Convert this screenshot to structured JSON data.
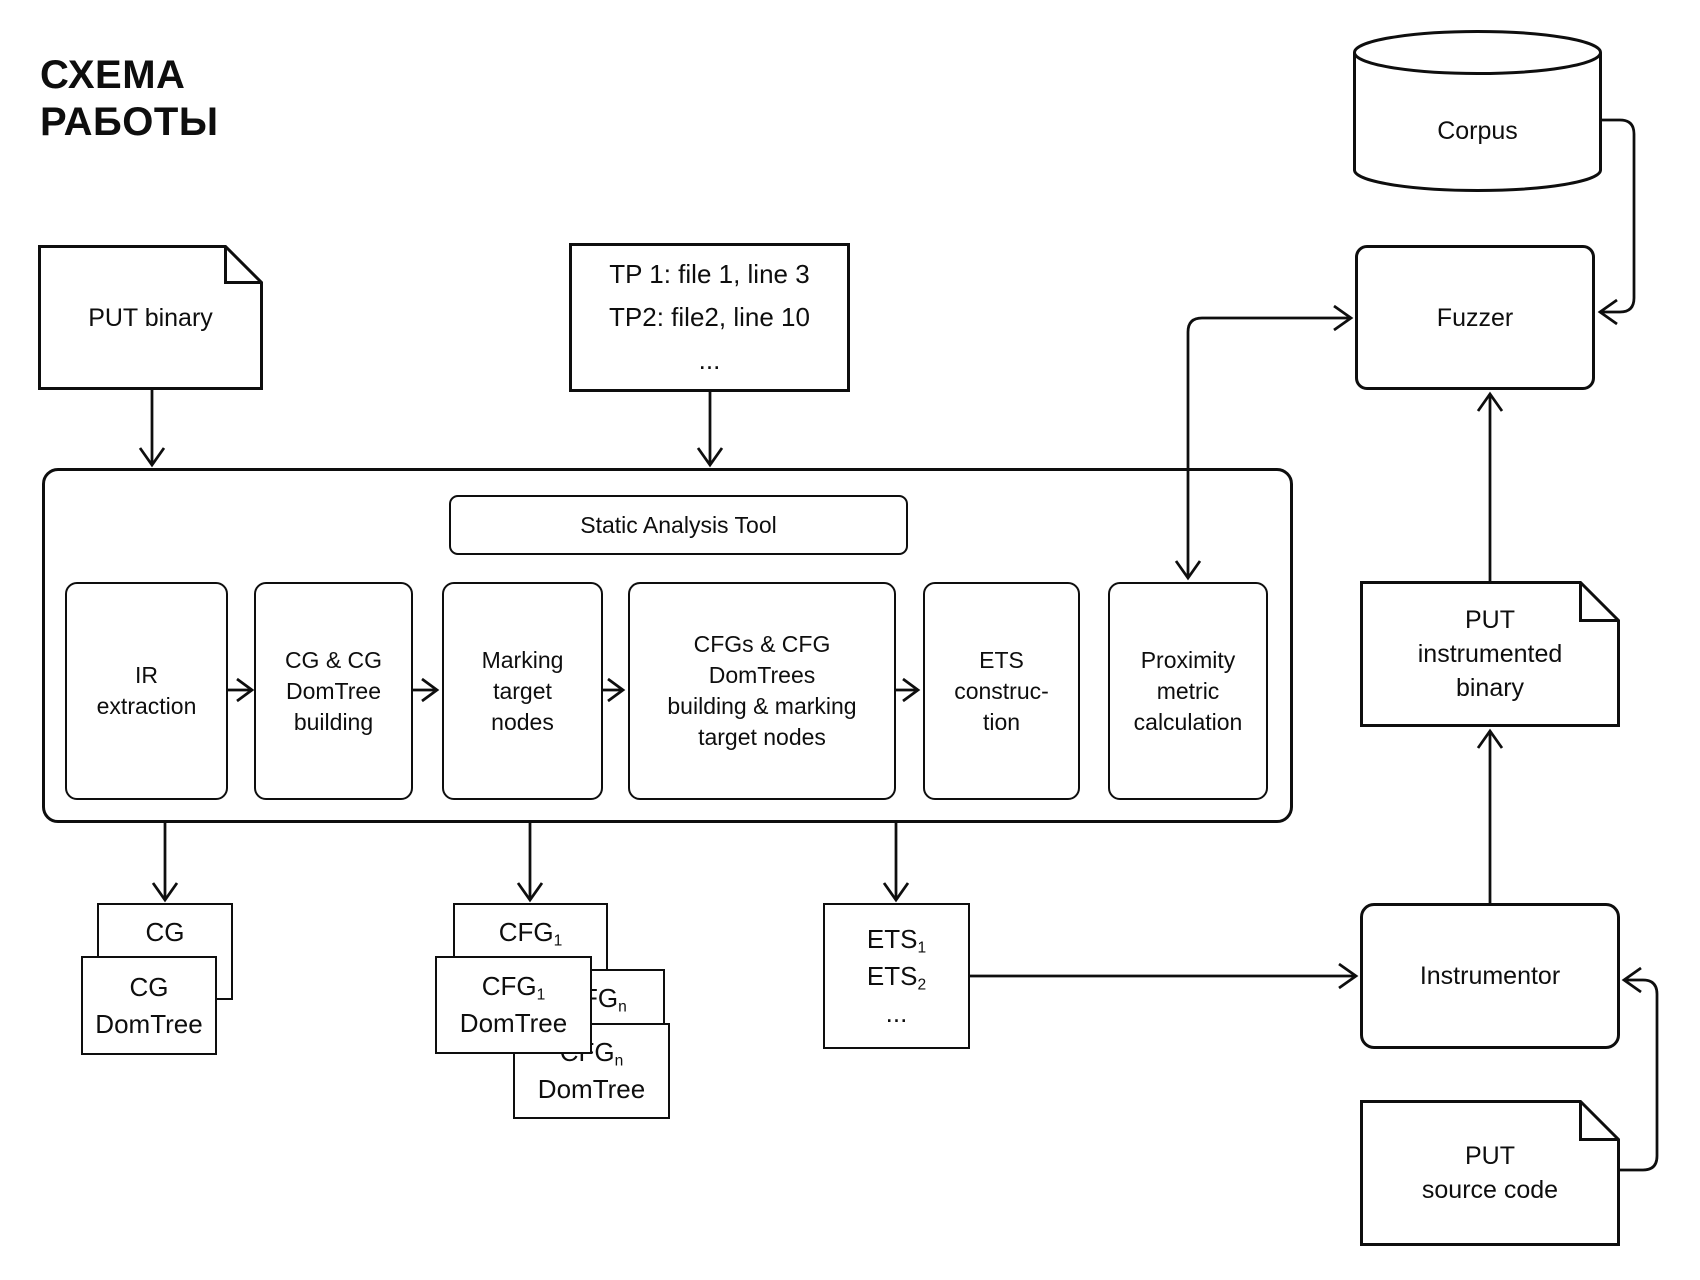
{
  "title": {
    "line1": "СХЕМА",
    "line2": "РАБОТЫ"
  },
  "colors": {
    "ink": "#0e0e0e",
    "background": "#ffffff"
  },
  "nodes": {
    "put_binary": {
      "label": "PUT binary"
    },
    "target_points": {
      "lines": [
        "TP 1: file 1, line 3",
        "TP2: file2, line 10",
        "..."
      ]
    },
    "corpus": {
      "label": "Corpus"
    },
    "fuzzer": {
      "label": "Fuzzer"
    },
    "static_analysis_tool": {
      "label": "Static Analysis Tool"
    },
    "pipeline": [
      {
        "id": "ir-extraction",
        "lines": [
          "IR",
          "extraction"
        ]
      },
      {
        "id": "cg-and-cg-domtree-building",
        "lines": [
          "CG & CG",
          "DomTree",
          "building"
        ]
      },
      {
        "id": "marking-target-nodes",
        "lines": [
          "Marking",
          "target",
          "nodes"
        ]
      },
      {
        "id": "cfgs-and-cfg-domtrees-building",
        "lines": [
          "CFGs & CFG",
          "DomTrees",
          "building & marking",
          "target nodes"
        ]
      },
      {
        "id": "ets-construction",
        "lines": [
          "ETS",
          "construc-",
          "tion"
        ]
      },
      {
        "id": "proximity-metric-calculation",
        "lines": [
          "Proximity",
          "metric",
          "calculation"
        ]
      }
    ],
    "cg": {
      "label": "CG"
    },
    "cg_domtree": {
      "lines": [
        "CG",
        "DomTree"
      ]
    },
    "cfg_1": {
      "label": "CFG_{1}"
    },
    "cfg_n": {
      "label": "CFG_{n}"
    },
    "cfg_1_domtree": {
      "lines": [
        "CFG_{1}",
        "DomTree"
      ]
    },
    "cfg_n_domtree": {
      "lines": [
        "CFG_{n}",
        "DomTree"
      ]
    },
    "ets_list": {
      "lines": [
        "ETS_{1}",
        "ETS_{2}",
        "..."
      ]
    },
    "instrumentor": {
      "label": "Instrumentor"
    },
    "put_instrumented_binary": {
      "lines": [
        "PUT",
        "instrumented",
        "binary"
      ]
    },
    "put_source_code": {
      "lines": [
        "PUT",
        "source code"
      ]
    }
  }
}
